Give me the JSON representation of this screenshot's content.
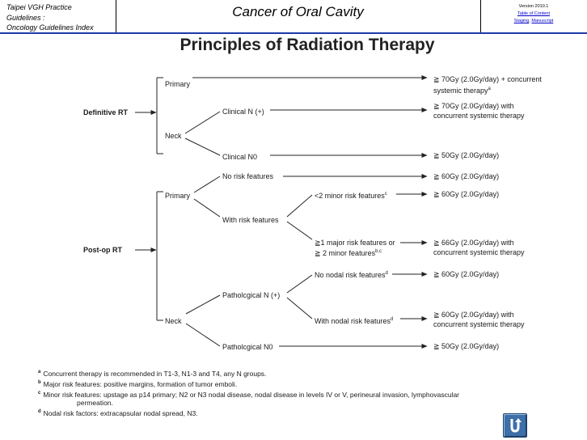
{
  "header": {
    "left_line1": "Taipei VGH Practice",
    "left_line2": "Guidelines :",
    "left_line3": "Oncology Guidelines Index",
    "title": "Cancer of  Oral Cavity",
    "version": "Version 2010.1",
    "link_toc": "Table of Content",
    "link_staging": "Staging",
    "link_manuscript": "Manuscript"
  },
  "page_title": "Principles of Radiation Therapy",
  "flow": {
    "definitive_rt": "Definitive RT",
    "post_op_rt": "Post-op RT",
    "primary": "Primary",
    "neck": "Neck",
    "clinical_n_pos": "Clinical N (+)",
    "clinical_n0": "Clinical N0",
    "no_risk_features": "No risk features",
    "with_risk_features": "With risk features",
    "lt2_minor": "<2 minor risk features",
    "lt2_minor_sup": "c",
    "ge1_major_l1": "≧1 major risk features or",
    "ge1_major_l2": "≧ 2 minor features",
    "ge1_major_sup": "b,c",
    "no_nodal_risk": "No nodal risk features",
    "no_nodal_sup": "d",
    "pathological_n_pos": "Patholcgical N (+)",
    "with_nodal_risk": "With nodal risk features",
    "with_nodal_sup": "d",
    "pathological_n0": "Patholcgical N0"
  },
  "results": {
    "r1_l1": "≧ 70Gy (2.0Gy/day) + concurrent",
    "r1_l2": "systemic therapy",
    "r1_sup": "a",
    "r2_l1": "≧ 70Gy (2.0Gy/day) with",
    "r2_l2": "concurrent systemic therapy",
    "r3": "≧ 50Gy (2.0Gy/day)",
    "r4": "≧ 60Gy (2.0Gy/day)",
    "r5": "≧ 60Gy (2.0Gy/day)",
    "r6_l1": "≧ 66Gy (2.0Gy/day) with",
    "r6_l2": "concurrent systemic therapy",
    "r7": "≧ 60Gy (2.0Gy/day)",
    "r8_l1": "≧ 60Gy (2.0Gy/day) with",
    "r8_l2": "concurrent systemic therapy",
    "r9": "≧ 50Gy (2.0Gy/day)"
  },
  "footnotes": {
    "a_mark": "a",
    "a": "Concurrent therapy is recommended in T1-3, N1-3 and T4, any N groups.",
    "b_mark": "b",
    "b": "Major risk features: positive margins, formation of tumor emboli.",
    "c_mark": "c",
    "c_l1": "Minor risk features: upstage as p14 primary; N2 or N3 nodal disease, nodal disease in levels IV or V, perineural invasion, lymphovascular",
    "c_l2": "permeation.",
    "d_mark": "d",
    "d": "Nodal risk factors: extracapsular nodal spread, N3."
  },
  "colors": {
    "header_rule": "#1b3aa8",
    "back_button": "#3d6fa8"
  },
  "icons": {
    "back": "u-turn-back-icon"
  }
}
